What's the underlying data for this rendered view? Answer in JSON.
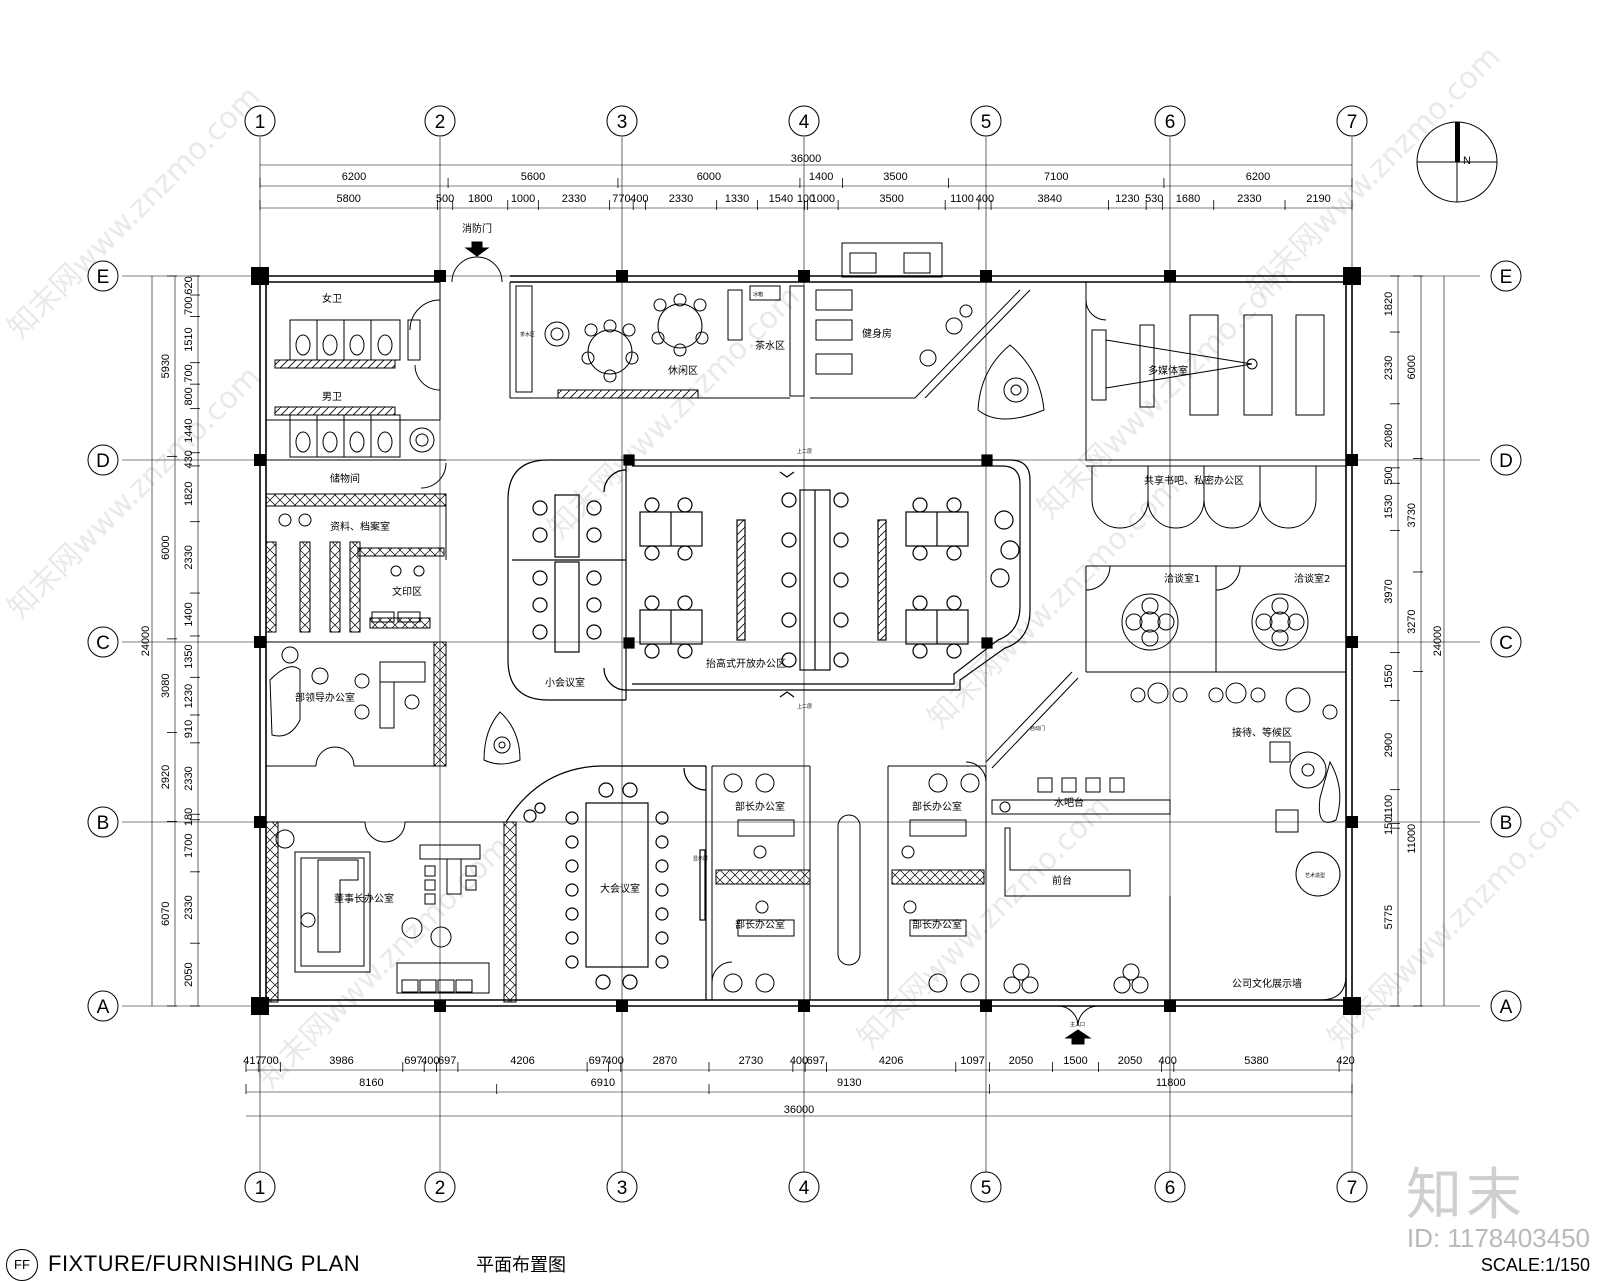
{
  "title": {
    "badge": "FF",
    "main": "FIXTURE/FURNISHING PLAN",
    "cn": "平面布置图",
    "scale": "SCALE:1/150"
  },
  "watermark": {
    "id_text": "ID: 1178403450",
    "brand": "知末",
    "repeat_text": "知末网www.znzmo.com"
  },
  "north_label": "N",
  "grid_cols": [
    "1",
    "2",
    "3",
    "4",
    "5",
    "6",
    "7"
  ],
  "grid_rows": [
    "E",
    "D",
    "C",
    "B",
    "A"
  ],
  "dims_top": {
    "total": "36000",
    "row1": [
      "6200",
      "5600",
      "6000",
      "1400",
      "3500",
      "7100",
      "6200"
    ],
    "row2": [
      "5800",
      "500",
      "1800",
      "1000",
      "2330",
      "770",
      "400",
      "2330",
      "1330",
      "1540",
      "100",
      "1000",
      "3500",
      "1100",
      "400",
      "3840",
      "1230",
      "530",
      "1680",
      "2330",
      "2190"
    ]
  },
  "dims_bottom": {
    "row1": [
      "417",
      "700",
      "3986",
      "697",
      "400",
      "697",
      "4206",
      "697",
      "400",
      "2870",
      "2730",
      "400",
      "697",
      "4206",
      "1097",
      "2050",
      "1500",
      "2050",
      "400",
      "5380",
      "420"
    ],
    "row2": [
      "8160",
      "6910",
      "9130",
      "11800"
    ],
    "total": "36000"
  },
  "dims_left": {
    "total": "24000",
    "row1": [
      "5930",
      "6000",
      "3080",
      "2920",
      "6070"
    ],
    "row2": [
      "620",
      "700",
      "1510",
      "700",
      "800",
      "1440",
      "430",
      "1820",
      "2330",
      "1400",
      "1350",
      "1230",
      "910",
      "2330",
      "180",
      "1700",
      "2330",
      "2050"
    ]
  },
  "dims_right": {
    "total": "24000",
    "row1": [
      "6000",
      "3730",
      "3270",
      "11000"
    ],
    "row2": [
      "1820",
      "2330",
      "2080",
      "500",
      "1530",
      "3970",
      "1550",
      "2900",
      "1100",
      "150",
      "5775"
    ]
  },
  "rooms": {
    "women_wc": "女卫",
    "men_wc": "男卫",
    "storage": "储物间",
    "archives": "资料、档案室",
    "print": "文印区",
    "leader": "部领导办公室",
    "chairman": "董事长办公室",
    "lounge": "休闲区",
    "tea": "茶水区",
    "gym": "健身房",
    "media": "多媒体室",
    "shared": "共享书吧、私密办公区",
    "small_meeting": "小会议室",
    "open_office": "抬高式开放办公区",
    "nego1": "洽谈室1",
    "nego2": "洽谈室2",
    "reception": "接待、等候区",
    "big_meeting": "大会议室",
    "minister1": "部长办公室",
    "minister2": "部长办公室",
    "minister3": "部长办公室",
    "minister4": "部长办公室",
    "bar": "水吧台",
    "front_desk": "前台",
    "culture_wall": "公司文化展示墙",
    "fire_door": "消防门",
    "main_entrance": "主入口",
    "auto_door": "自动门",
    "art": "艺术造型",
    "fridge": "冰箱",
    "display": "显示屏",
    "up": "上二层",
    "bar_table": "水吧台"
  }
}
